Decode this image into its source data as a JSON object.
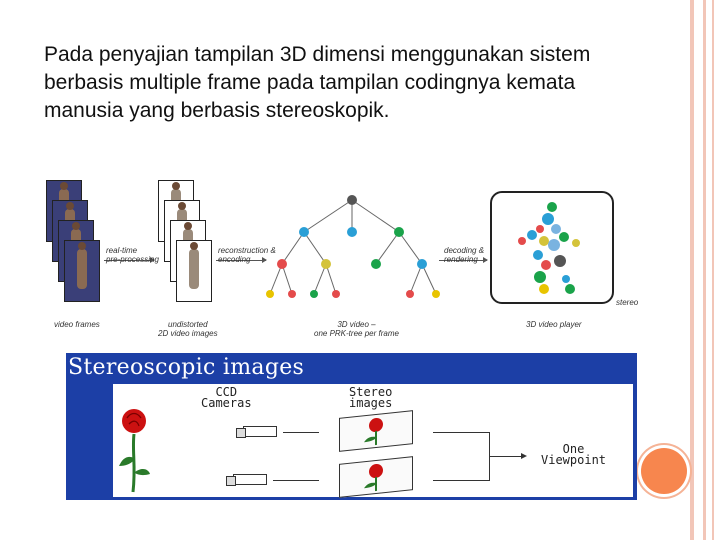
{
  "slide": {
    "body_text": "Pada penyajian tampilan 3D dimensi menggunakan sistem berbasis multiple frame pada tampilan codingnya kemata manusia yang berbasis stereoskopik."
  },
  "figure1": {
    "labels": {
      "preprocessing": "real-time\npre-processing",
      "reconstruction": "reconstruction &\nencoding",
      "decoding": "decoding &\nrendering",
      "stereo": "stereo",
      "video_frames": "video frames",
      "undistorted": "undistorted\n2D video images",
      "video_3d": "3D video –\none PRK-tree per frame",
      "player": "3D video player"
    },
    "tree_colors": [
      "#555555",
      "#2a9fd6",
      "#1aa34a",
      "#e44b4b",
      "#d4c33a",
      "#1aa34a",
      "#2a9fd6",
      "#e44b4b",
      "#e8c400"
    ]
  },
  "figure2": {
    "title": "Stereoscopic images",
    "ccd_label": "CCD\nCameras",
    "stereo_label": "Stereo\nimages",
    "viewpoint_label": "One\nViewpoint",
    "colors": {
      "background": "#1c3fa6",
      "rose": "#cc1111",
      "stem": "#2a7a2a"
    }
  },
  "theme": {
    "border_color": "#f2c6b8",
    "accent_dot": "#f7864e"
  }
}
